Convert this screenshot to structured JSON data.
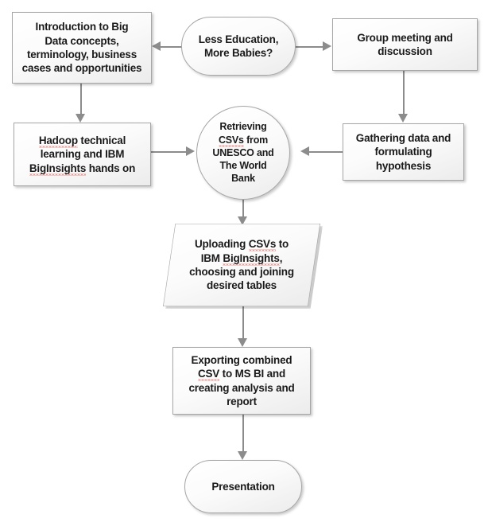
{
  "diagram": {
    "title": "Project Workflow Flowchart",
    "background_color": "#ffffff",
    "node_fill": "#fbfbfb",
    "node_border_color": "#a6a6a6",
    "connector_color": "#8c8c8c",
    "text_color": "#1a1a1a",
    "spellcheck_underline_color": "#e23b34"
  },
  "nodes": {
    "intro": {
      "id": "intro",
      "shape": "rectangle",
      "label": "Introduction to Big\nData concepts,\nterminology, business\ncases and opportunities"
    },
    "topic": {
      "id": "topic",
      "shape": "rounded-rectangle",
      "label": "Less Education,\nMore Babies?"
    },
    "meeting": {
      "id": "meeting",
      "shape": "rectangle",
      "label": "Group meeting and\ndiscussion"
    },
    "hadoop": {
      "id": "hadoop",
      "shape": "rectangle",
      "line1_a": "Hadoop",
      "line1_b": " technical",
      "line2": "learning and IBM",
      "line3_a": "BigInsights",
      "line3_b": " hands on"
    },
    "retrieving": {
      "id": "retrieving",
      "shape": "circle",
      "line1": "Retrieving",
      "line2_a": "CSVs",
      "line2_b": " from",
      "line3": "UNESCO and",
      "line4": "The World",
      "line5": "Bank"
    },
    "gathering": {
      "id": "gathering",
      "shape": "rectangle",
      "label": "Gathering data and\nformulating\nhypothesis"
    },
    "uploading": {
      "id": "uploading",
      "shape": "parallelogram",
      "line1_a": "Uploading ",
      "line1_b": "CSVs",
      "line1_c": " to",
      "line2_a": "IBM ",
      "line2_b": "BigInsights",
      "line2_c": ",",
      "line3": "choosing and joining",
      "line4": "desired tables"
    },
    "exporting": {
      "id": "exporting",
      "shape": "rectangle",
      "line1": "Exporting combined",
      "line2_a": "CSV",
      "line2_b": " to MS BI and",
      "line3": "creating analysis and",
      "line4": "report"
    },
    "presentation": {
      "id": "presentation",
      "shape": "rounded-rectangle",
      "label": "Presentation"
    }
  },
  "edges": [
    {
      "from": "topic",
      "to": "intro",
      "direction": "left"
    },
    {
      "from": "topic",
      "to": "meeting",
      "direction": "right"
    },
    {
      "from": "intro",
      "to": "hadoop",
      "direction": "down"
    },
    {
      "from": "meeting",
      "to": "gathering",
      "direction": "down"
    },
    {
      "from": "hadoop",
      "to": "retrieving",
      "direction": "right"
    },
    {
      "from": "gathering",
      "to": "retrieving",
      "direction": "left"
    },
    {
      "from": "retrieving",
      "to": "uploading",
      "direction": "down"
    },
    {
      "from": "uploading",
      "to": "exporting",
      "direction": "down"
    },
    {
      "from": "exporting",
      "to": "presentation",
      "direction": "down"
    }
  ]
}
